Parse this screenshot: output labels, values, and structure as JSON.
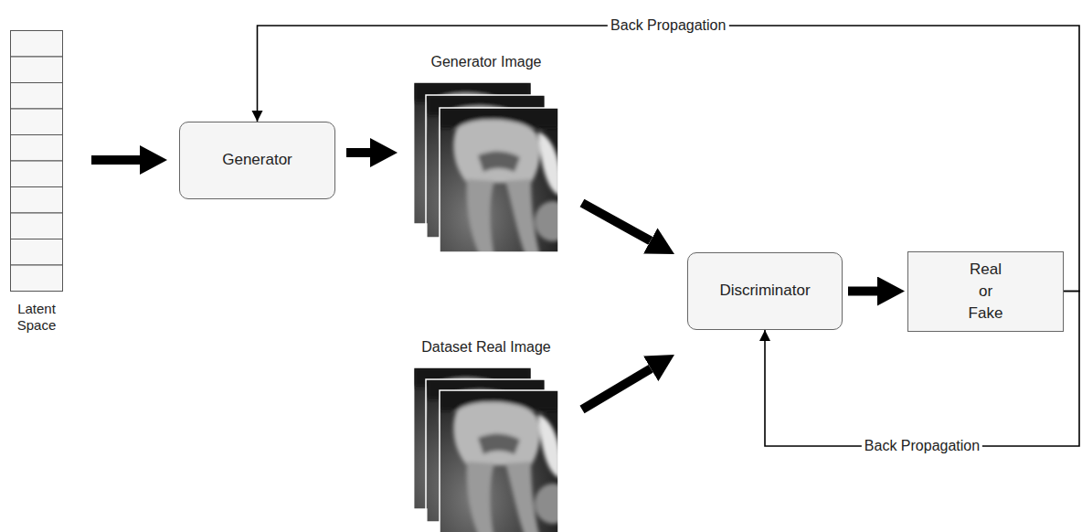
{
  "diagram": {
    "nodes": [
      {
        "text": [
          "Latent Space"
        ]
      },
      {
        "text": [
          "Generator"
        ]
      },
      {
        "text": [
          "Generator Image"
        ]
      },
      {
        "text": [
          "Dataset Real Image"
        ]
      },
      {
        "text": [
          "Discriminator"
        ]
      },
      {
        "text": [
          "Real or Fake"
        ]
      }
    ],
    "edges": [
      {
        "from": 0,
        "to": 1,
        "arrow": "to"
      },
      {
        "from": 1,
        "to": 2,
        "arrow": "to"
      },
      {
        "from": 2,
        "to": 4,
        "arrow": "to"
      },
      {
        "from": 3,
        "to": 4,
        "arrow": "to"
      },
      {
        "from": 4,
        "to": 5,
        "arrow": "to"
      },
      {
        "from": 5,
        "to": 1,
        "label": "Back Propagation",
        "arrow": "to"
      },
      {
        "from": 5,
        "to": 4,
        "label": "Back Propagation",
        "arrow": "to"
      }
    ]
  }
}
